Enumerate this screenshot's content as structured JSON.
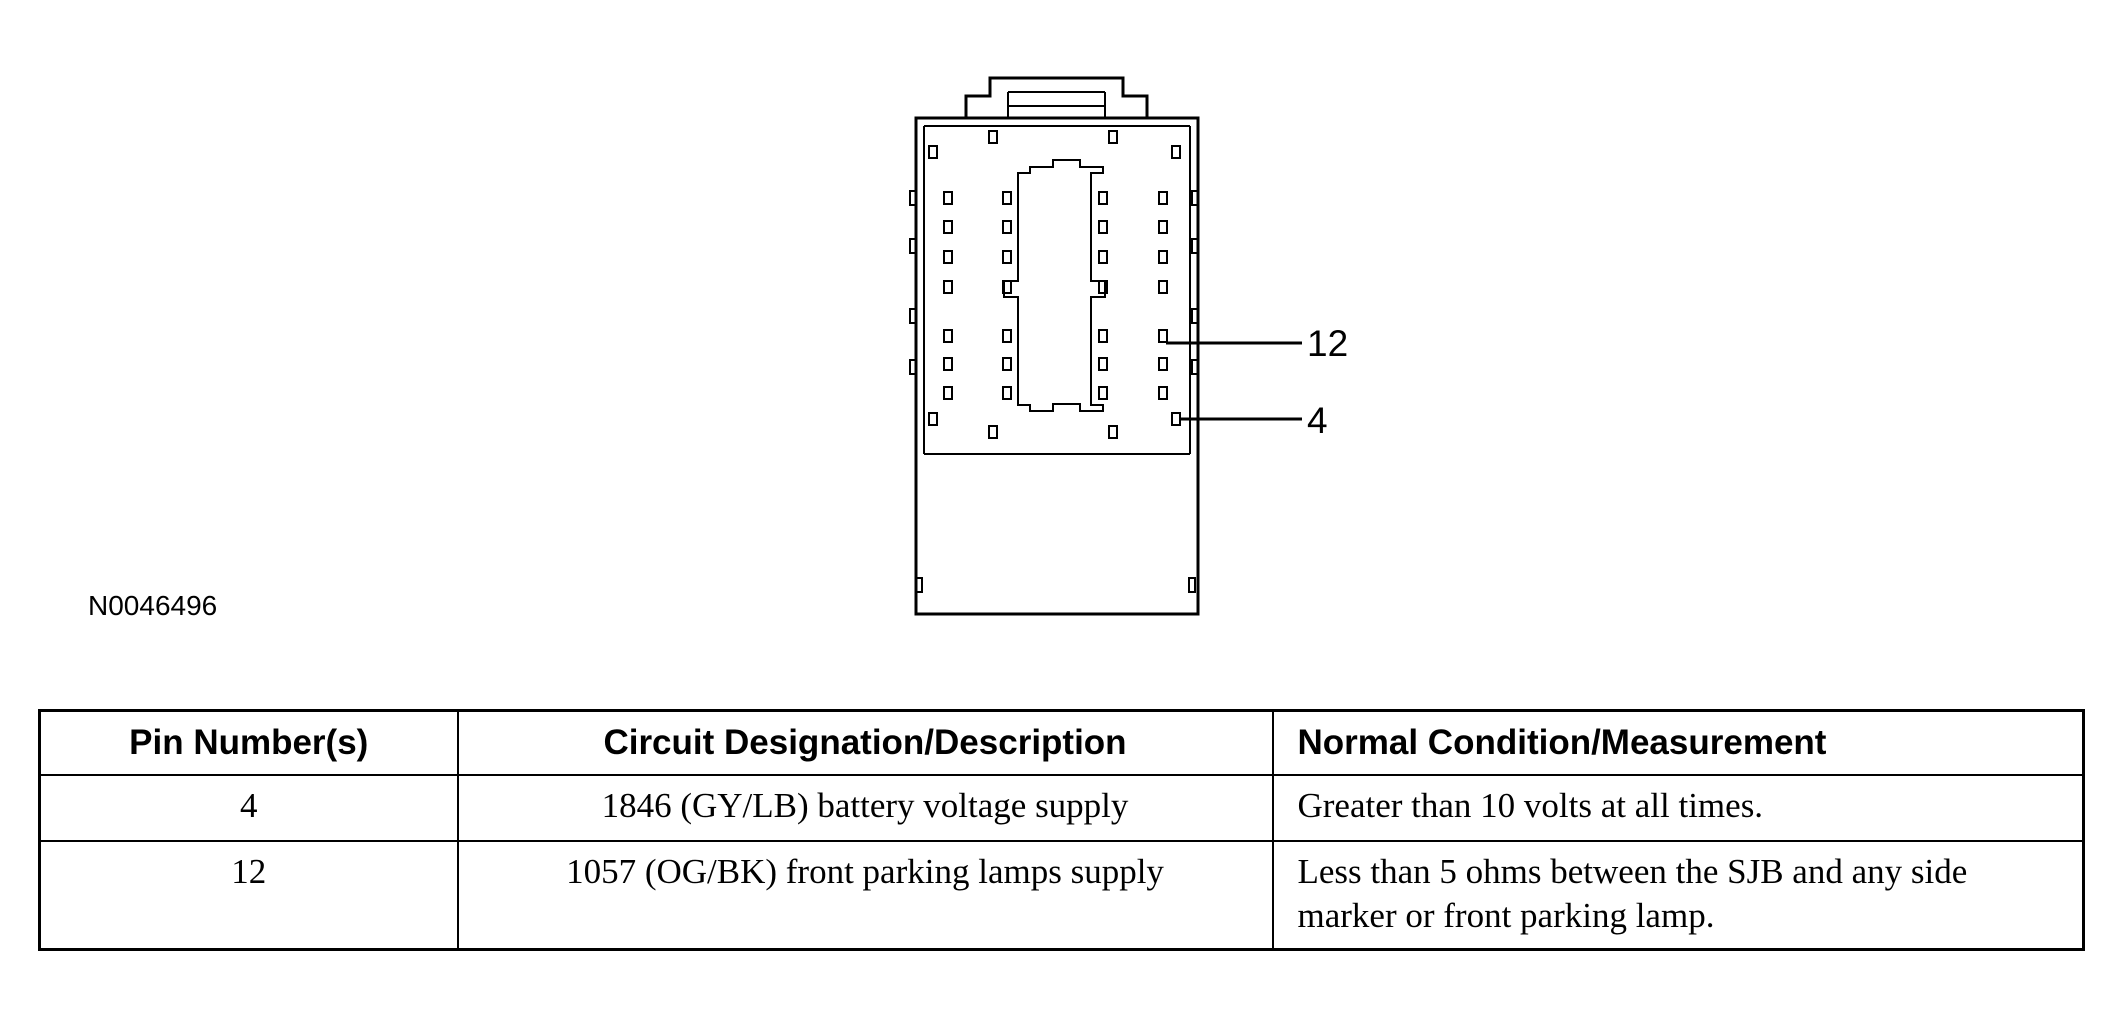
{
  "diagram": {
    "reference_code": "N0046496",
    "callouts": [
      {
        "label": "12"
      },
      {
        "label": "4"
      }
    ]
  },
  "table": {
    "headers": {
      "pin": "Pin Number(s)",
      "circuit": "Circuit Designation/Description",
      "normal": "Normal Condition/Measurement"
    },
    "rows": [
      {
        "pin": "4",
        "circuit": "1846 (GY/LB) battery voltage supply",
        "normal": "Greater than 10 volts at all times."
      },
      {
        "pin": "12",
        "circuit": "1057 (OG/BK) front parking lamps supply",
        "normal": "Less than 5 ohms between the SJB and any side marker or front parking lamp."
      }
    ]
  }
}
